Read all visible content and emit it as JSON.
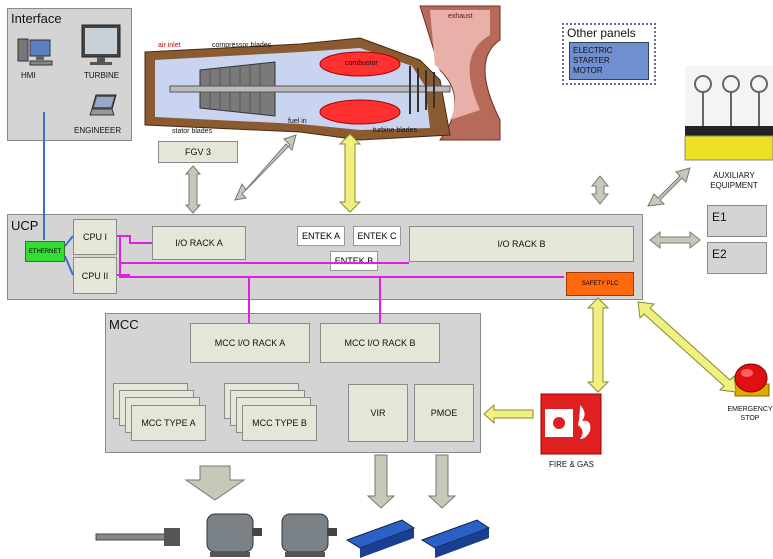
{
  "interface": {
    "title": "Interface",
    "hmi": "HMI",
    "turbine": "TURBINE",
    "engineer": "ENGINEEER"
  },
  "turbine_labels": {
    "air_inlet": "air inlet",
    "compressor_blades": "compressor blades",
    "exhaust": "exhaust",
    "combustor": "combustor",
    "stator_blades": "stator blades",
    "fuel_in": "fuel in",
    "turbine_blades": "turbine blades"
  },
  "fgv": "FGV 3",
  "other_panels": {
    "title": "Other panels",
    "electric_starter_motor": "ELECTRIC STARTER MOTOR"
  },
  "auxiliary": "AUXILIARY EQUIPMENT",
  "ucp": {
    "title": "UCP",
    "ethernet": "ETHERNET",
    "cpu1": "CPU I",
    "cpu2": "CPU II",
    "io_rack_a": "I/O RACK A",
    "entek_a": "ENTEK A",
    "entek_c": "ENTEK C",
    "entek_b": "ENTEK B",
    "io_rack_b": "I/O RACK B",
    "safety_plc": "SAFETY PLC"
  },
  "e1": "E1",
  "e2": "E2",
  "mcc": {
    "title": "MCC",
    "io_rack_a": "MCC I/O RACK A",
    "io_rack_b": "MCC I/O RACK B",
    "type_a": "MCC TYPE A",
    "type_b": "MCC TYPE B",
    "vir": "VIR",
    "pmoe": "PMOE"
  },
  "fire_gas": "FIRE & GAS",
  "emergency_stop": "EMERGENCY STOP",
  "colors": {
    "panel": "#d4d4d4",
    "inner": "#e6e6d8",
    "magenta": "#e020e0",
    "blue_line": "#3a6fd0",
    "ethernet": "#33dd33",
    "safety": "#ff6a10",
    "starter": "#6f8fcf",
    "yellow_arrow": "#f0f080",
    "gray_arrow": "#c8c8b8"
  }
}
